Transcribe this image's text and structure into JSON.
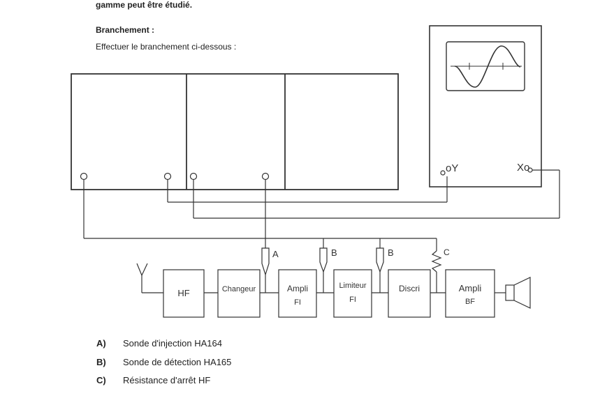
{
  "intro_line": "gamme peut être étudié.",
  "heading": "Branchement :",
  "instruction": "Effectuer le branchement ci-dessous :",
  "scope": {
    "y_label": "oY",
    "x_label": "Xo"
  },
  "probes": {
    "a": "A",
    "b1": "B",
    "b2": "B",
    "c": "C"
  },
  "blocks": {
    "hf": "HF",
    "changeur": "Changeur",
    "ampli_fi_1": "Ampli",
    "ampli_fi_2": "FI",
    "limiteur_1": "Limiteur",
    "limiteur_2": "FI",
    "discri": "Discri",
    "ampli_bf_1": "Ampli",
    "ampli_bf_2": "BF"
  },
  "legend": [
    {
      "key": "A)",
      "text": "Sonde d'injection HA164"
    },
    {
      "key": "B)",
      "text": "Sonde de détection HA165"
    },
    {
      "key": "C)",
      "text": "Résistance d'arrêt HF"
    }
  ]
}
